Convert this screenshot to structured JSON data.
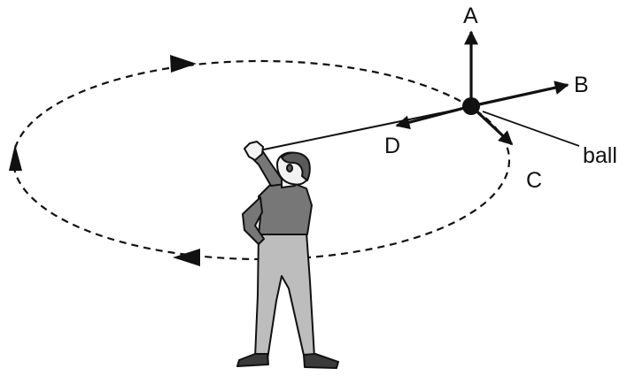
{
  "labels": {
    "a": "A",
    "b": "B",
    "c": "C",
    "d": "D",
    "ball": "ball"
  },
  "colors": {
    "ink": "#111111",
    "shirt": "#777777",
    "trousers": "#bdbdbd",
    "skin": "#f2f2f2",
    "hair": "#5a5a5a",
    "background": "#ffffff"
  },
  "icons": {
    "orbit": "dashed-ellipse",
    "flow_arrows": "arrowheads-counterclockwise",
    "ball": "filled-circle",
    "person": "standing-figure-raised-arm"
  }
}
